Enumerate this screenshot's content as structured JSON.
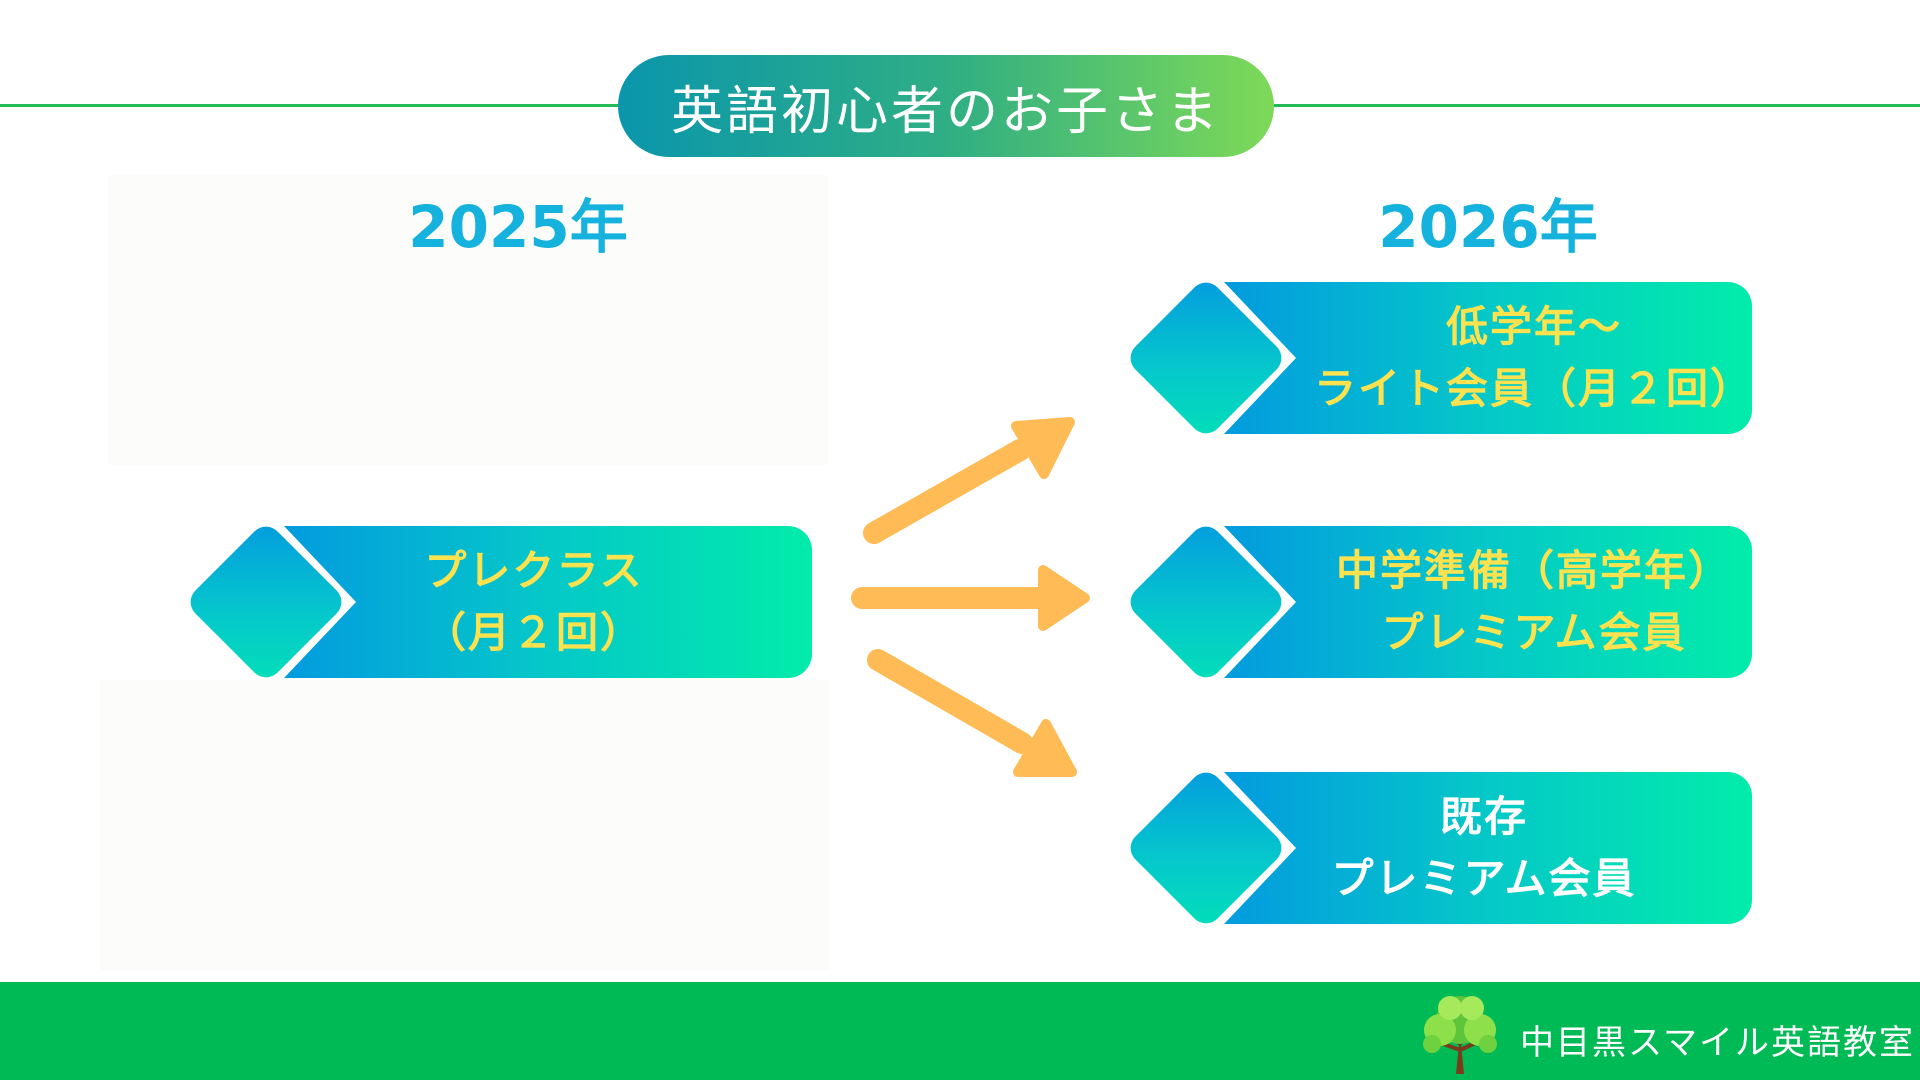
{
  "title": "英語初心者のお子さま",
  "years": {
    "left": "2025年",
    "right": "2026年"
  },
  "from_card": {
    "line1": "プレクラス",
    "line2": "（月２回）"
  },
  "to_cards": [
    {
      "line1": "低学年～",
      "line2": "ライト会員（月２回）"
    },
    {
      "line1": "中学準備（高学年）",
      "line2": "プレミアム会員"
    },
    {
      "line1": "既存",
      "line2": "プレミアム会員"
    }
  ],
  "footer": {
    "school_name": "中目黒スマイル英語教室",
    "logo_icon": "tree-icon"
  },
  "colors": {
    "accent_green": "#00bb55",
    "year_blue": "#14b2dc",
    "arrow_orange": "#ffbb55",
    "label_yellow": "#fde24f"
  }
}
